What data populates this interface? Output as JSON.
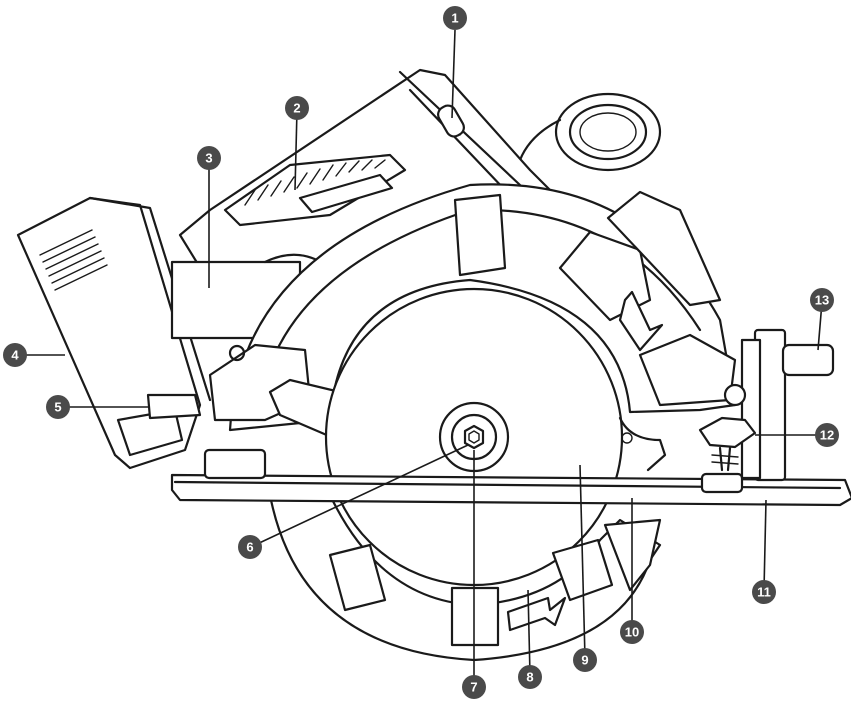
{
  "diagram": {
    "callouts": [
      {
        "label": "1"
      },
      {
        "label": "2"
      },
      {
        "label": "3"
      },
      {
        "label": "4"
      },
      {
        "label": "5"
      },
      {
        "label": "6"
      },
      {
        "label": "7"
      },
      {
        "label": "8"
      },
      {
        "label": "9"
      },
      {
        "label": "10"
      },
      {
        "label": "11"
      },
      {
        "label": "12"
      },
      {
        "label": "13"
      }
    ]
  },
  "colors": {
    "line": "#1a1a1a",
    "callout_fill": "#4a4a4a",
    "callout_text": "#ffffff",
    "background": "#ffffff"
  }
}
